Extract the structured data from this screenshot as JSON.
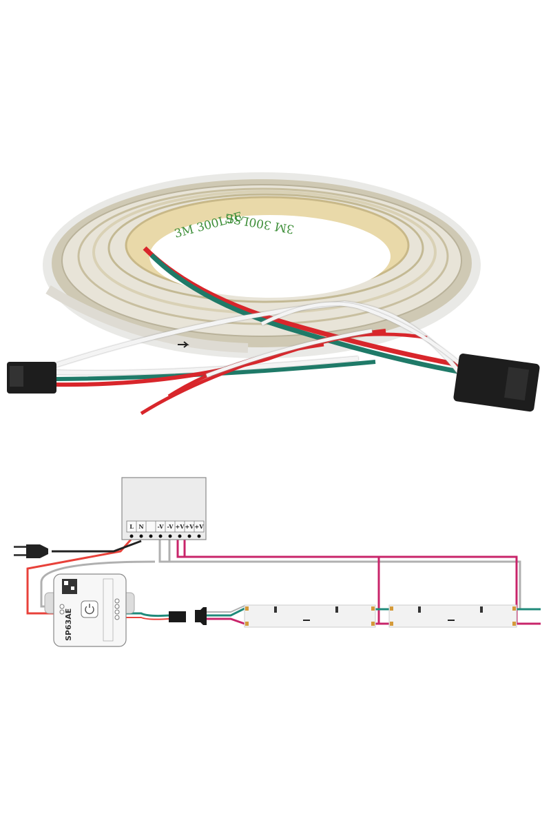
{
  "product_photo": {
    "tape_marking": "3M 300LSE",
    "wire_colors": {
      "red": "#d8262b",
      "green": "#1f7a68",
      "white": "#f4f4f4"
    }
  },
  "wiring_diagram": {
    "power_supply": {
      "terminals": [
        "L",
        "N",
        "",
        "-V",
        "-V",
        "+V",
        "+V",
        "+V"
      ]
    },
    "controller": {
      "model": "SP63AE"
    },
    "wire_colors": {
      "power_red": "#e8413a",
      "positive": "#c8246a",
      "negative": "#b0b0b0",
      "data": "#1f8a7a",
      "mains": "#222222"
    }
  }
}
